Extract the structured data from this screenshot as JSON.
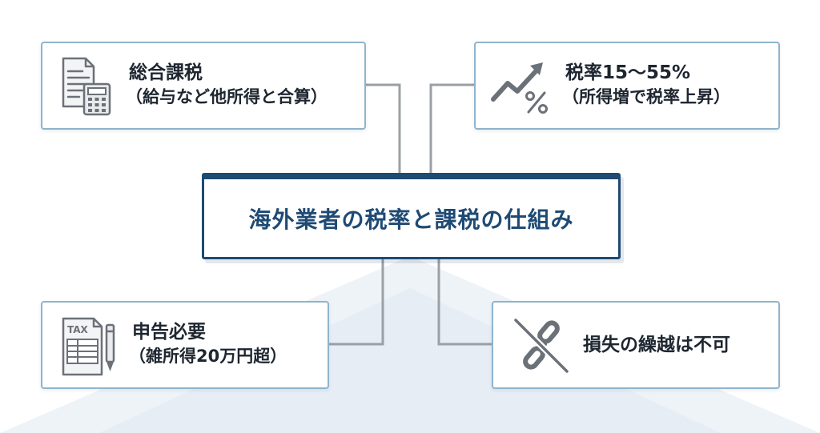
{
  "center": {
    "title": "海外業者の税率と課税の仕組み"
  },
  "cards": {
    "top_left": {
      "line1": "総合課税",
      "line2": "（給与など他所得と合算）",
      "icon": "document-calculator-icon"
    },
    "top_right": {
      "line1": "税率15〜55%",
      "line2": "（所得増で税率上昇）",
      "icon": "rising-percent-icon"
    },
    "bottom_left": {
      "line1": "申告必要",
      "line2": "（雑所得20万円超）",
      "icon": "tax-form-pen-icon",
      "icon_label": "TAX"
    },
    "bottom_right": {
      "line1": "損失の繰越は不可",
      "icon": "broken-chain-icon"
    }
  },
  "colors": {
    "card_border": "#8fb4cc",
    "center_border": "#1e4a74",
    "center_text": "#1e4a74",
    "connector": "#9aa0a6",
    "icon": "#6b7178"
  }
}
